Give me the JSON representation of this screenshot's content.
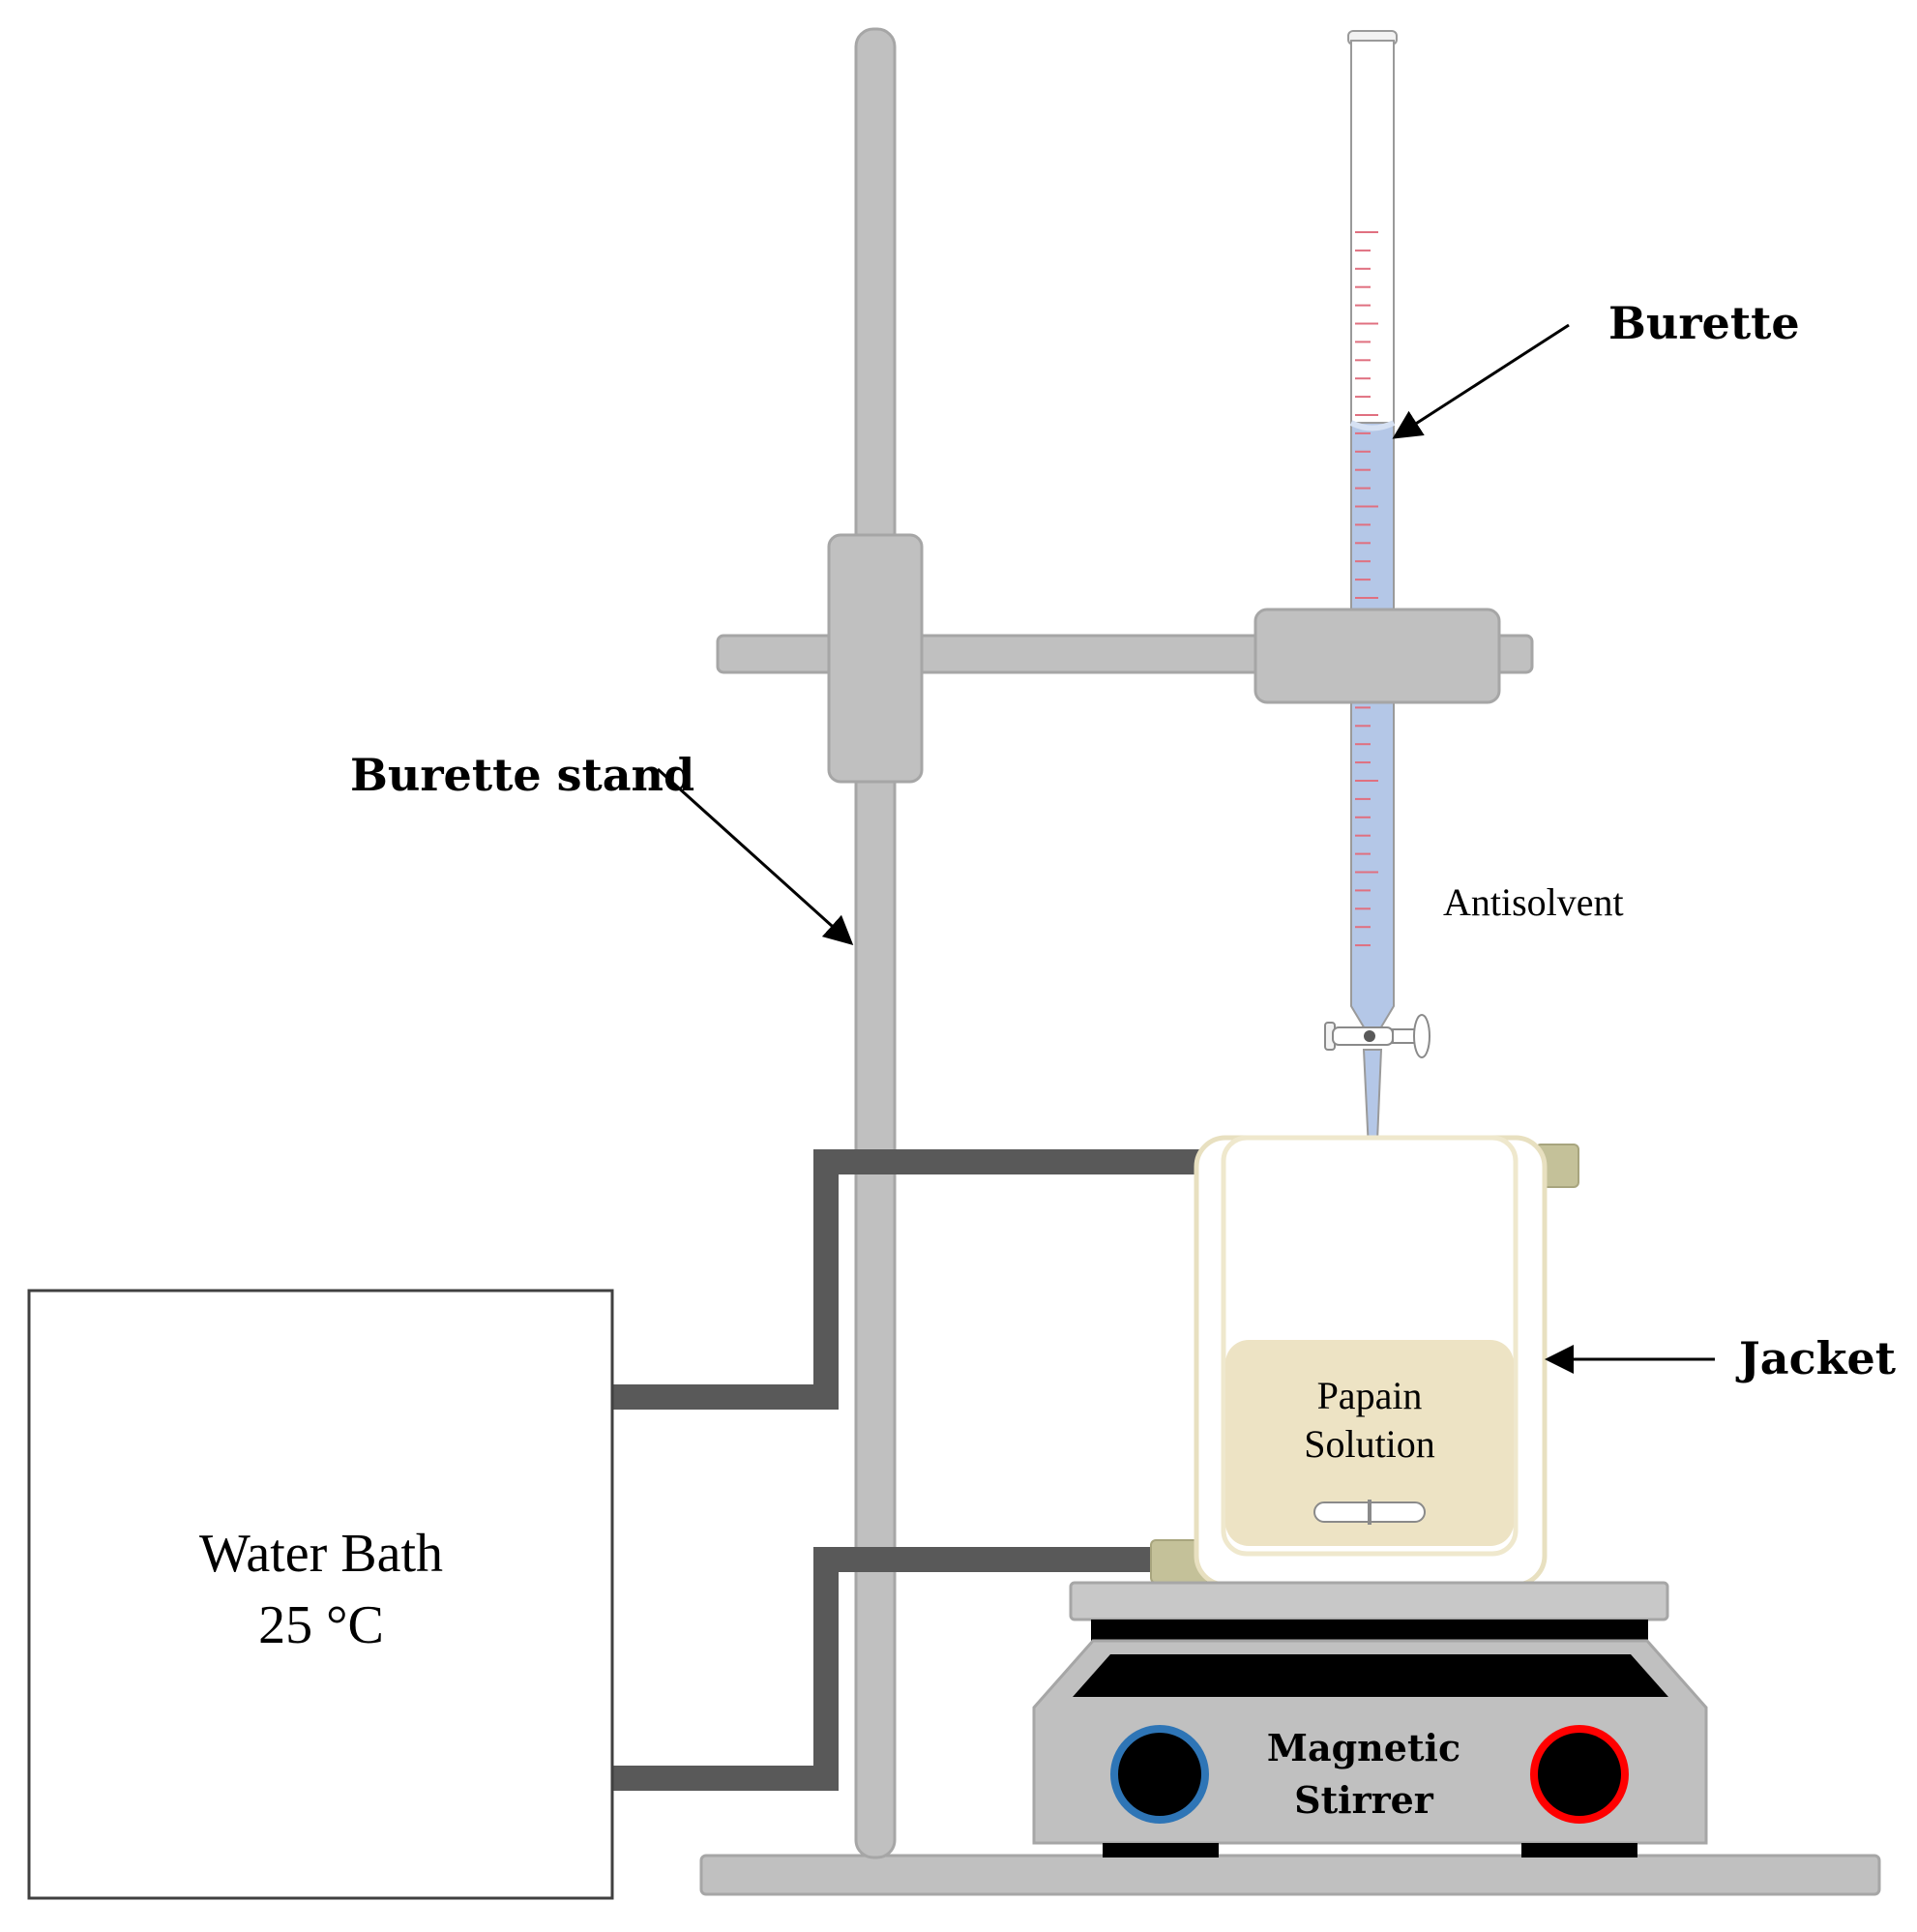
{
  "labels": {
    "burette": "Burette",
    "burette_stand": "Burette stand",
    "antisolvent": "Antisolvent",
    "jacket": "Jacket",
    "papain_line1": "Papain",
    "papain_line2": "Solution",
    "water_bath_line1": "Water Bath",
    "water_bath_line2": "25 °C",
    "stirrer_line1": "Magnetic",
    "stirrer_line2": "Stirrer"
  },
  "colors": {
    "stand_gray": "#c0c0c0",
    "stand_stroke": "#a6a6a6",
    "tube_dark": "#595959",
    "antisolvent_blue": "#b4c7e7",
    "solution_beige": "#ede3c4",
    "jacket_outline": "#e8e0c0",
    "port_olive": "#c4c199",
    "knob_left_ring": "#2e75b6",
    "knob_right_ring": "#ff0000",
    "scale_marks": "#e07080"
  }
}
